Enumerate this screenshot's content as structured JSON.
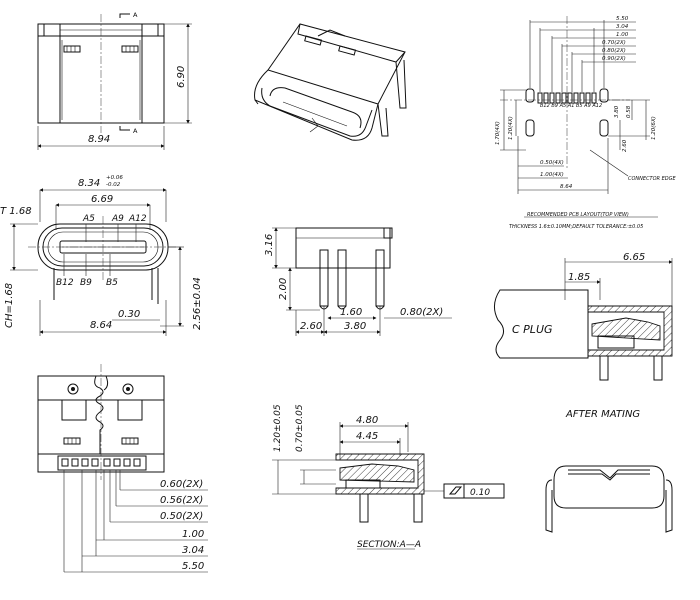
{
  "front_view": {
    "width_label": "8.94",
    "height_label": "6.90",
    "section_mark_top": "A",
    "section_mark_bottom": "A"
  },
  "mouth_view": {
    "top_dim": "8.34",
    "tol_plus": "+0.06",
    "tol_minus": "-0.02",
    "inner_dim": "6.69",
    "left_cut_label": "T 1.68",
    "pin_top": [
      "A5",
      "A9",
      "A12"
    ],
    "pin_bottom": [
      "B12",
      "B9",
      "B5"
    ],
    "ch_label": "CH=1.68",
    "pcb_dim": "0.30",
    "height_dim": "2.56±0.04",
    "bottom_dim": "8.64"
  },
  "side_view": {
    "dim_316": "3.16",
    "dim_200": "2.00",
    "dim_160": "1.60",
    "dim_080": "0.80(2X)",
    "dim_260": "2.60",
    "dim_380": "3.80"
  },
  "bottom_view": {
    "dims": [
      "0.60(2X)",
      "0.56(2X)",
      "0.50(2X)",
      "1.00",
      "3.04",
      "5.50"
    ]
  },
  "section": {
    "dim_480": "4.80",
    "dim_445": "4.45",
    "dim_120": "1.20±0.05",
    "dim_070": "0.70±0.05",
    "flatness": "0.10",
    "caption": "SECTION:A—A"
  },
  "pcb_layout": {
    "top_dims": [
      "5.50",
      "3.04",
      "1.00",
      "0.70(2X)",
      "0.80(2X)",
      "0.90(2X)"
    ],
    "pin_labels": "B12 B9 A5 A1 B5 A9 A12",
    "left_dims": [
      "1.70(4X)",
      "1.20(4X)"
    ],
    "right_dims": [
      "0.58",
      "3.80",
      "2.60",
      "1.20(6X)"
    ],
    "bottom_dims": [
      "0.50(4X)",
      "1.00(4X)",
      "8.64"
    ],
    "edge_label": "CONNECTOR EDGE",
    "title": "RECOMMENDED PCB LAYOUT(TOP VIEW)",
    "note": "THICKNESS 1.6±0.10MM;DEFAULT TOLERANCE:±0.05"
  },
  "mating": {
    "dim_665": "6.65",
    "dim_185": "1.85",
    "plug_label": "C PLUG",
    "caption": "AFTER MATING"
  }
}
